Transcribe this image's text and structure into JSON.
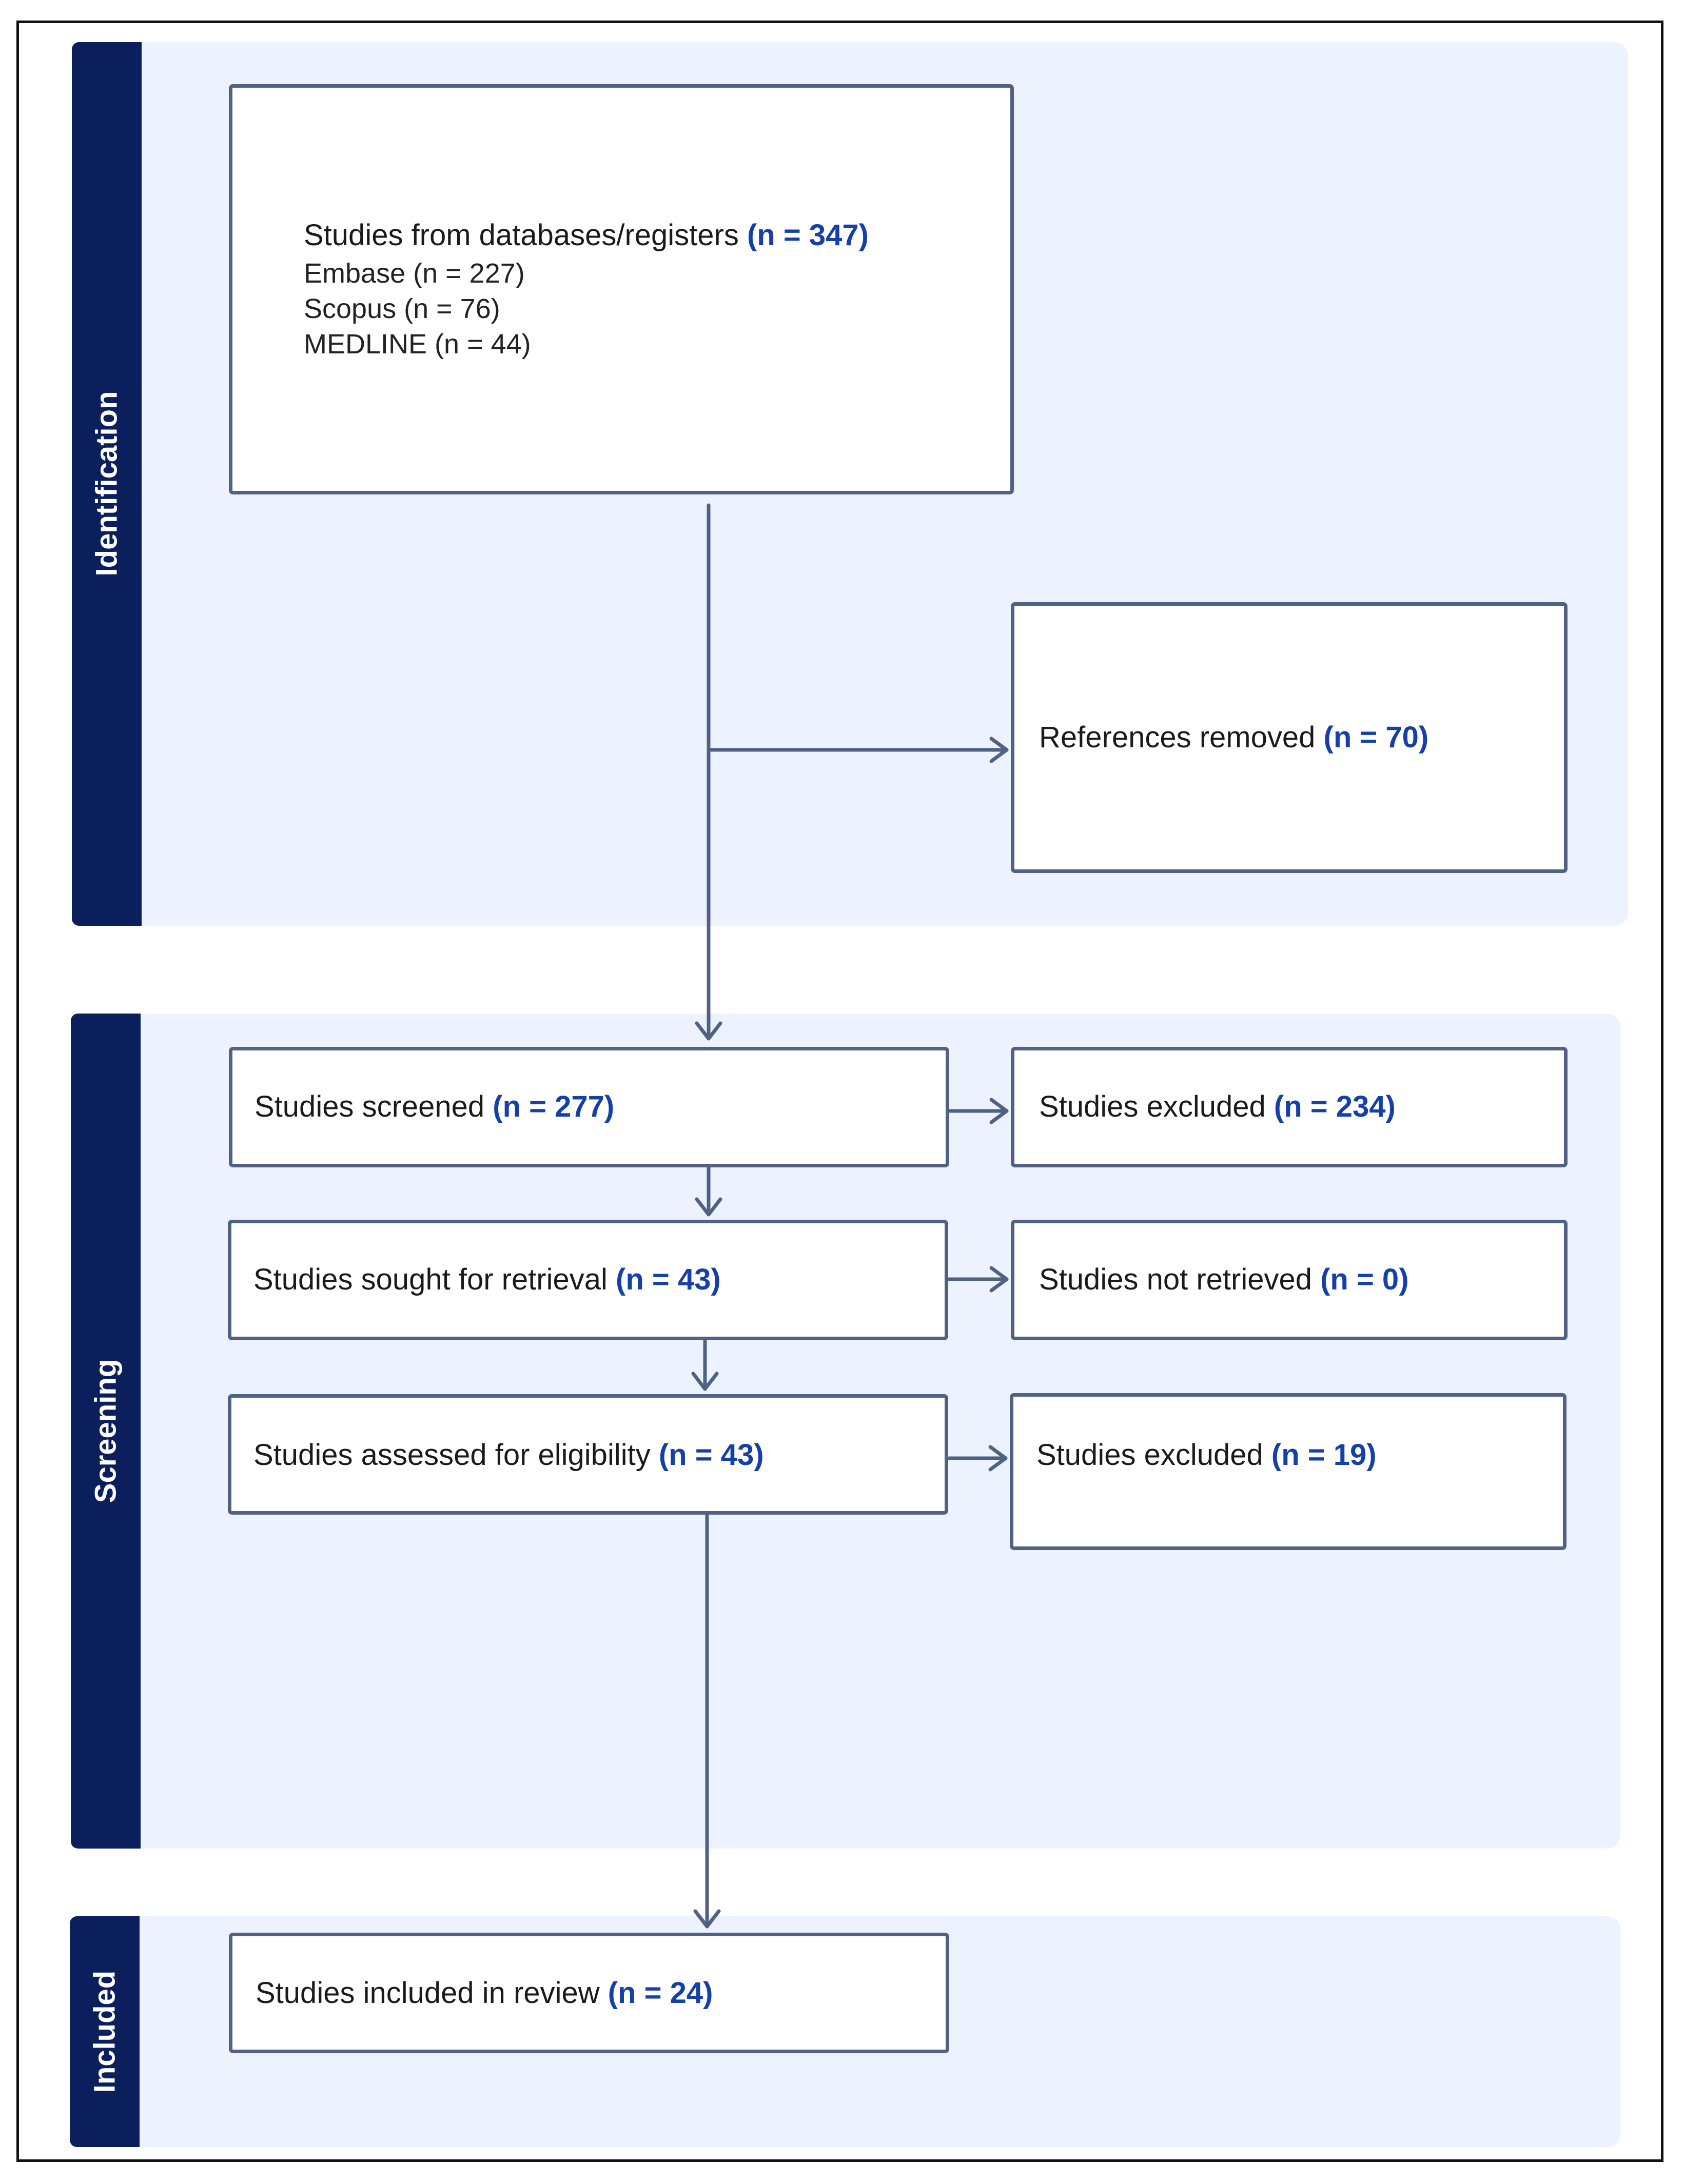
{
  "sections": {
    "identification": "Identification",
    "screening": "Screening",
    "included": "Included"
  },
  "boxes": {
    "databases": {
      "label": "Studies from databases/registers",
      "count": "(n = 347)",
      "sources": [
        "Embase (n = 227)",
        "Scopus (n = 76)",
        "MEDLINE (n = 44)"
      ]
    },
    "removed": {
      "label": "References removed",
      "count": "(n = 70)"
    },
    "screened": {
      "label": "Studies screened",
      "count": "(n = 277)"
    },
    "excluded_screening": {
      "label": "Studies excluded",
      "count": "(n = 234)"
    },
    "sought": {
      "label": "Studies sought for retrieval",
      "count": "(n = 43)"
    },
    "not_retrieved": {
      "label": "Studies not retrieved",
      "count": "(n = 0)"
    },
    "assessed": {
      "label": "Studies assessed for eligibility",
      "count": "(n = 43)"
    },
    "excluded_eligibility": {
      "label": "Studies excluded",
      "count": "(n = 19)"
    },
    "included": {
      "label": "Studies included in review",
      "count": "(n = 24)"
    }
  },
  "colors": {
    "section_bar": "#0a1f5c",
    "section_background": "#edf3fe",
    "box_border": "#4f6284",
    "count_text": "#1440a8",
    "arrow": "#4f6284"
  }
}
